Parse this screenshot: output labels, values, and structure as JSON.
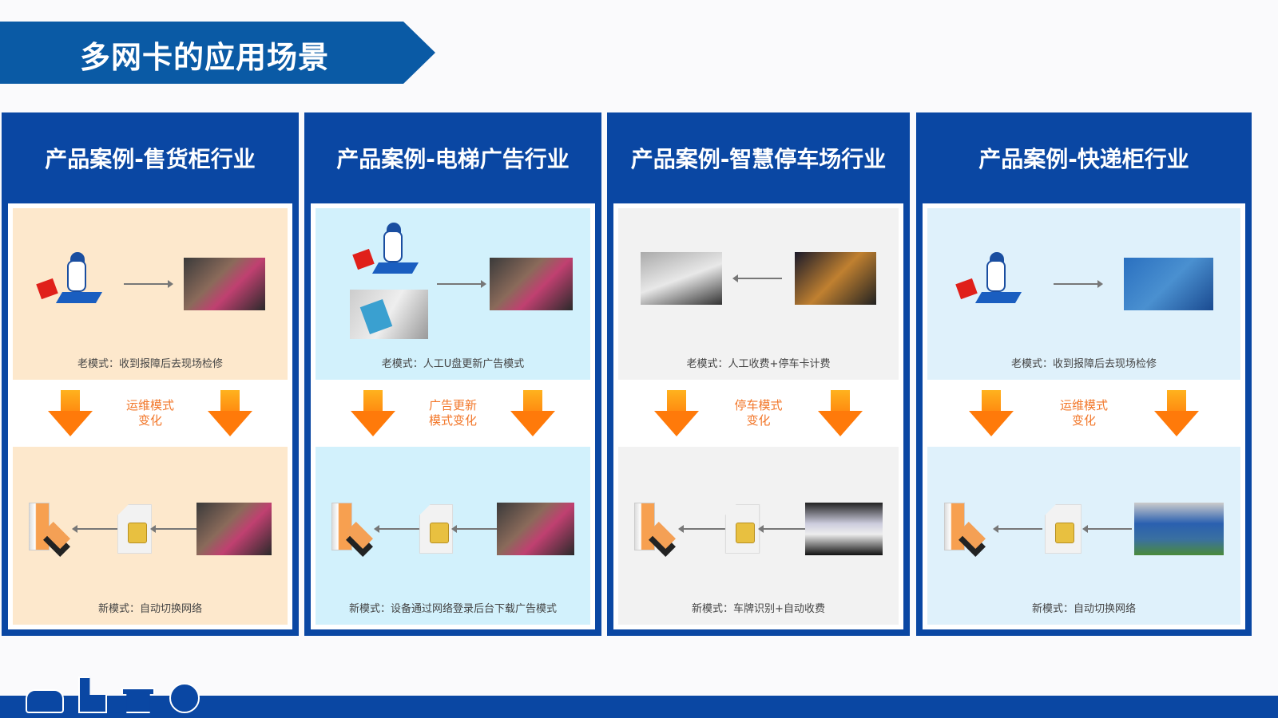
{
  "title": "多网卡的应用场景",
  "panels": [
    {
      "heading": "产品案例-售货柜行业",
      "old_caption": "老模式：收到报障后去现场检修",
      "change_label_1": "运维模式",
      "change_label_2": "变化",
      "new_caption": "新模式：自动切换网络",
      "bg": "#fde8cc"
    },
    {
      "heading": "产品案例-电梯广告行业",
      "old_caption": "老模式：人工U盘更新广告模式",
      "change_label_1": "广告更新",
      "change_label_2": "模式变化",
      "new_caption": "新模式：设备通过网络登录后台下载广告模式",
      "bg": "#d2f1fc"
    },
    {
      "heading": "产品案例-智慧停车场行业",
      "old_caption": "老模式：人工收费+停车卡计费",
      "change_label_1": "停车模式",
      "change_label_2": "变化",
      "new_caption": "新模式：车牌识别+自动收费",
      "bg": "#f2f2f2"
    },
    {
      "heading": "产品案例-快递柜行业",
      "old_caption": "老模式：收到报障后去现场检修",
      "change_label_1": "运维模式",
      "change_label_2": "变化",
      "new_caption": "新模式：自动切换网络",
      "bg": "#dff1fb"
    }
  ],
  "footer_icons": [
    "car-icon",
    "building-icon",
    "table-icon",
    "steering-wheel-icon"
  ],
  "colors": {
    "primary": "#0a47a3",
    "banner": "#0a5aa5",
    "accent": "#f2772a"
  }
}
